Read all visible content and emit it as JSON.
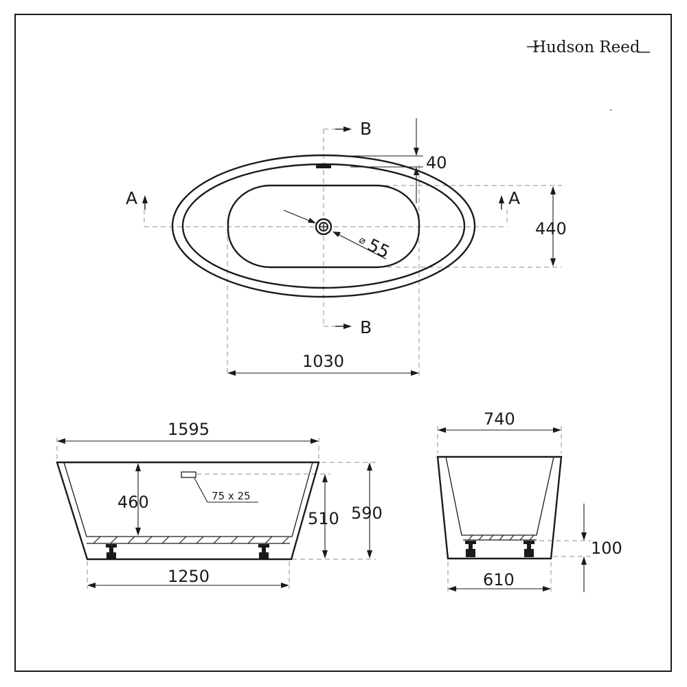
{
  "brand": {
    "logo_text": "Hudson Reed"
  },
  "plan_view": {
    "section_a_label": "A",
    "section_b_label": "B",
    "waste_diameter_symbol": "⌀",
    "waste_diameter_value": "55",
    "dimensions": {
      "rim_offset": "40",
      "inner_width": "440",
      "inner_length": "1030"
    }
  },
  "side_view": {
    "dimensions": {
      "overall_length": "1595",
      "inner_depth": "460",
      "overflow_height": "510",
      "overall_height": "590",
      "base_length": "1250"
    },
    "overflow_size": "75 x 25"
  },
  "end_view": {
    "dimensions": {
      "overall_width": "740",
      "feet_height": "100",
      "base_width": "610"
    }
  },
  "colors": {
    "line": "#1a1a1a",
    "center_line": "#8c8c8c"
  }
}
